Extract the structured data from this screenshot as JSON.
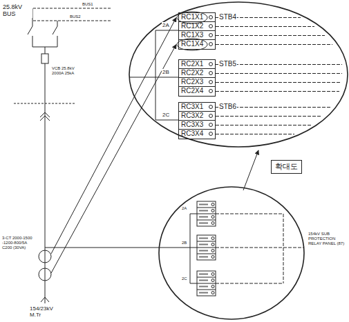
{
  "diagram": {
    "nodes": [
      {
        "text": [
          "STB4"
        ]
      },
      {
        "text": [
          "RC1X1"
        ],
        "in": 0
      },
      {
        "text": [
          "RC1X2"
        ],
        "in": 0
      },
      {
        "text": [
          "RC1X3"
        ],
        "in": 0
      },
      {
        "text": [
          "RC1X4"
        ],
        "in": 0
      },
      {
        "text": [
          "STB5"
        ]
      },
      {
        "text": [
          "RC2X1"
        ],
        "in": 5
      },
      {
        "text": [
          "RC2X2"
        ],
        "in": 5
      },
      {
        "text": [
          "RC2X3"
        ],
        "in": 5
      },
      {
        "text": [
          "RC2X4"
        ],
        "in": 5
      },
      {
        "text": [
          "STB6"
        ]
      },
      {
        "text": [
          "RC3X1"
        ],
        "in": 10
      },
      {
        "text": [
          "RC3X2"
        ],
        "in": 10
      },
      {
        "text": [
          "RC3X3"
        ],
        "in": 10
      },
      {
        "text": [
          "RC3X4"
        ],
        "in": 10
      },
      {
        "text": [
          "확대도"
        ]
      }
    ],
    "labels": [
      "25.8kV BUS",
      "BUS1",
      "BUS2",
      "VCB 25.8kV 2000A 25kA",
      "3-CT 2000-1500 -1200-800/5A C200 (30VA)",
      "154/23kV M.Tr",
      "2A",
      "2B",
      "2C",
      "2A",
      "2B",
      "2C",
      "154kV SUB PROTECTION RELAY PANEL (87)"
    ]
  }
}
